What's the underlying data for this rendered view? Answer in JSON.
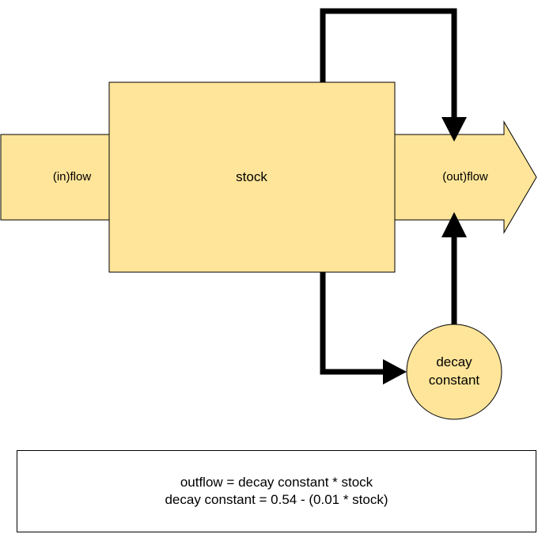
{
  "nodes": {
    "inflow": "(in)flow",
    "stock": "stock",
    "outflow": "(out)flow",
    "decay_constant": [
      "decay",
      "constant"
    ]
  },
  "equations": [
    "outflow = decay constant * stock",
    "decay constant = 0.54 - (0.01 * stock)"
  ],
  "colors": {
    "node_fill": "#FFE599",
    "stroke": "#000000",
    "arrow": "#000000"
  }
}
